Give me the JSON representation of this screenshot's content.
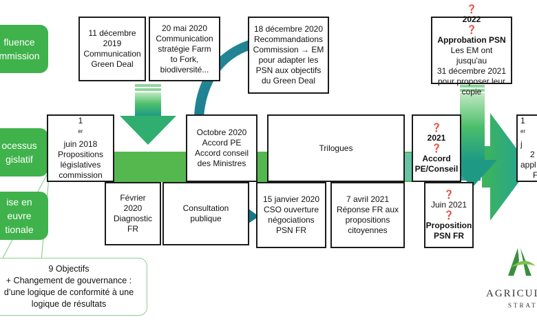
{
  "sidebar": {
    "influence_line1": "fluence",
    "influence_line2": "mmission",
    "processus_line1": "ocessus",
    "processus_line2": "gislatif",
    "mise_line1": "ise en",
    "mise_line2": "euvre",
    "mise_line3": "tionale"
  },
  "top_boxes": {
    "green_deal": {
      "l1": "11 décembre",
      "l2": "2019",
      "l3": "Communication",
      "l4": "Green Deal"
    },
    "farm_to_fork": {
      "l1": "20 mai 2020",
      "l2": "Communication",
      "l3": "stratégie Farm",
      "l4": "to Fork,",
      "l5": "biodiversité..."
    },
    "recommandations": {
      "l1": "18 décembre 2020",
      "l2": "Recommandations",
      "l3": "Commission →  EM",
      "l4": "pour adapter les",
      "l5": "PSN aux objectifs",
      "l6": "du Green Deal"
    },
    "approbation": {
      "q_open": "❓",
      "year": "2022",
      "q_close": "❓",
      "l2": "Approbation PSN",
      "l3": "Les EM ont jusqu'au",
      "l4": "31 décembre 2021",
      "l5": "pour proposer leur",
      "l6": "copie"
    }
  },
  "middle_boxes": {
    "propositions": {
      "l1a": "1",
      "l1sup": "er",
      "l1b": " juin 2018",
      "l2": "Propositions",
      "l3": "législatives",
      "l4": "commission"
    },
    "accord_pe": {
      "l1": "Octobre 2020",
      "l2": "Accord PE",
      "l3": "Accord conseil",
      "l4": "des Ministres"
    },
    "trilogues": {
      "label": "Trilogues"
    },
    "accord_2021": {
      "q_open": "❓",
      "year": "2021",
      "q_close": "❓",
      "l2": "Accord",
      "l3": "PE/Conseil"
    },
    "application": {
      "l1a": "1",
      "l1sup": "er",
      "l1b": " j",
      "l2": "2",
      "l3": "appl",
      "l4": "F"
    }
  },
  "bottom_boxes": {
    "diagnostic": {
      "l1": "Février",
      "l2": "2020",
      "l3": "Diagnostic",
      "l4": "FR"
    },
    "consultation": {
      "l1": "Consultation",
      "l2": "publique"
    },
    "cso": {
      "l1": "15 janvier 2020",
      "l2": "CSO ouverture",
      "l3": "négociations",
      "l4": "PSN FR"
    },
    "reponse": {
      "l1": "7 avril 2021",
      "l2": "Réponse FR aux",
      "l3": "propositions",
      "l4": "citoyennes"
    },
    "proposition_psn": {
      "q_open": "❓",
      "l1": "Juin 2021",
      "q_close": "❓",
      "l2": "Proposition",
      "l3": "PSN FR"
    }
  },
  "note": {
    "l1": "9 Objectifs",
    "l2": "+ Changement de gouvernance :",
    "l3": "d’une logique de conformité à une",
    "l4": "logique de résultats"
  },
  "logo": {
    "name": "AGRICULT",
    "sub": "STRATÉG"
  },
  "colors": {
    "green": "#3fb24b",
    "teal": "#1b8a95",
    "red": "#e52222"
  }
}
